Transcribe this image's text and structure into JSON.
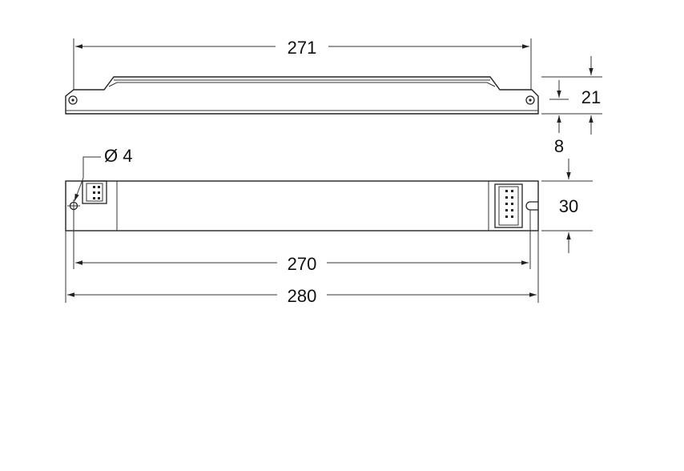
{
  "side_view": {
    "overall_length": "271",
    "height": "21",
    "flange_height": "8"
  },
  "top_view": {
    "hole_diameter": "Ø 4",
    "width": "30",
    "hole_spacing": "270",
    "overall_length": "280"
  }
}
